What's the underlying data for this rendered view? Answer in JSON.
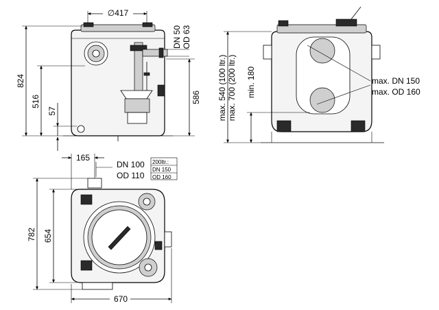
{
  "front_view": {
    "diameter_label": "∅417",
    "height_total": "824",
    "height_inlet": "516",
    "height_base": "57",
    "height_outlet": "586",
    "outlet_dn": "DN 50",
    "outlet_od": "OD 63"
  },
  "side_view": {
    "inlet_height_100": "max. 540 (100 ltr.)",
    "inlet_height_200": "max. 700 (200 ltr.)",
    "inlet_min": "min. 180",
    "inlet_dn": "max. DN 150",
    "inlet_od": "max. OD 160"
  },
  "top_view": {
    "offset": "165",
    "vent_dn": "DN 100",
    "vent_od": "OD 110",
    "box_title": "200ltr.:",
    "box_dn": "DN 150",
    "box_od": "OD 160",
    "depth_total": "782",
    "depth_body": "654",
    "width": "670"
  }
}
